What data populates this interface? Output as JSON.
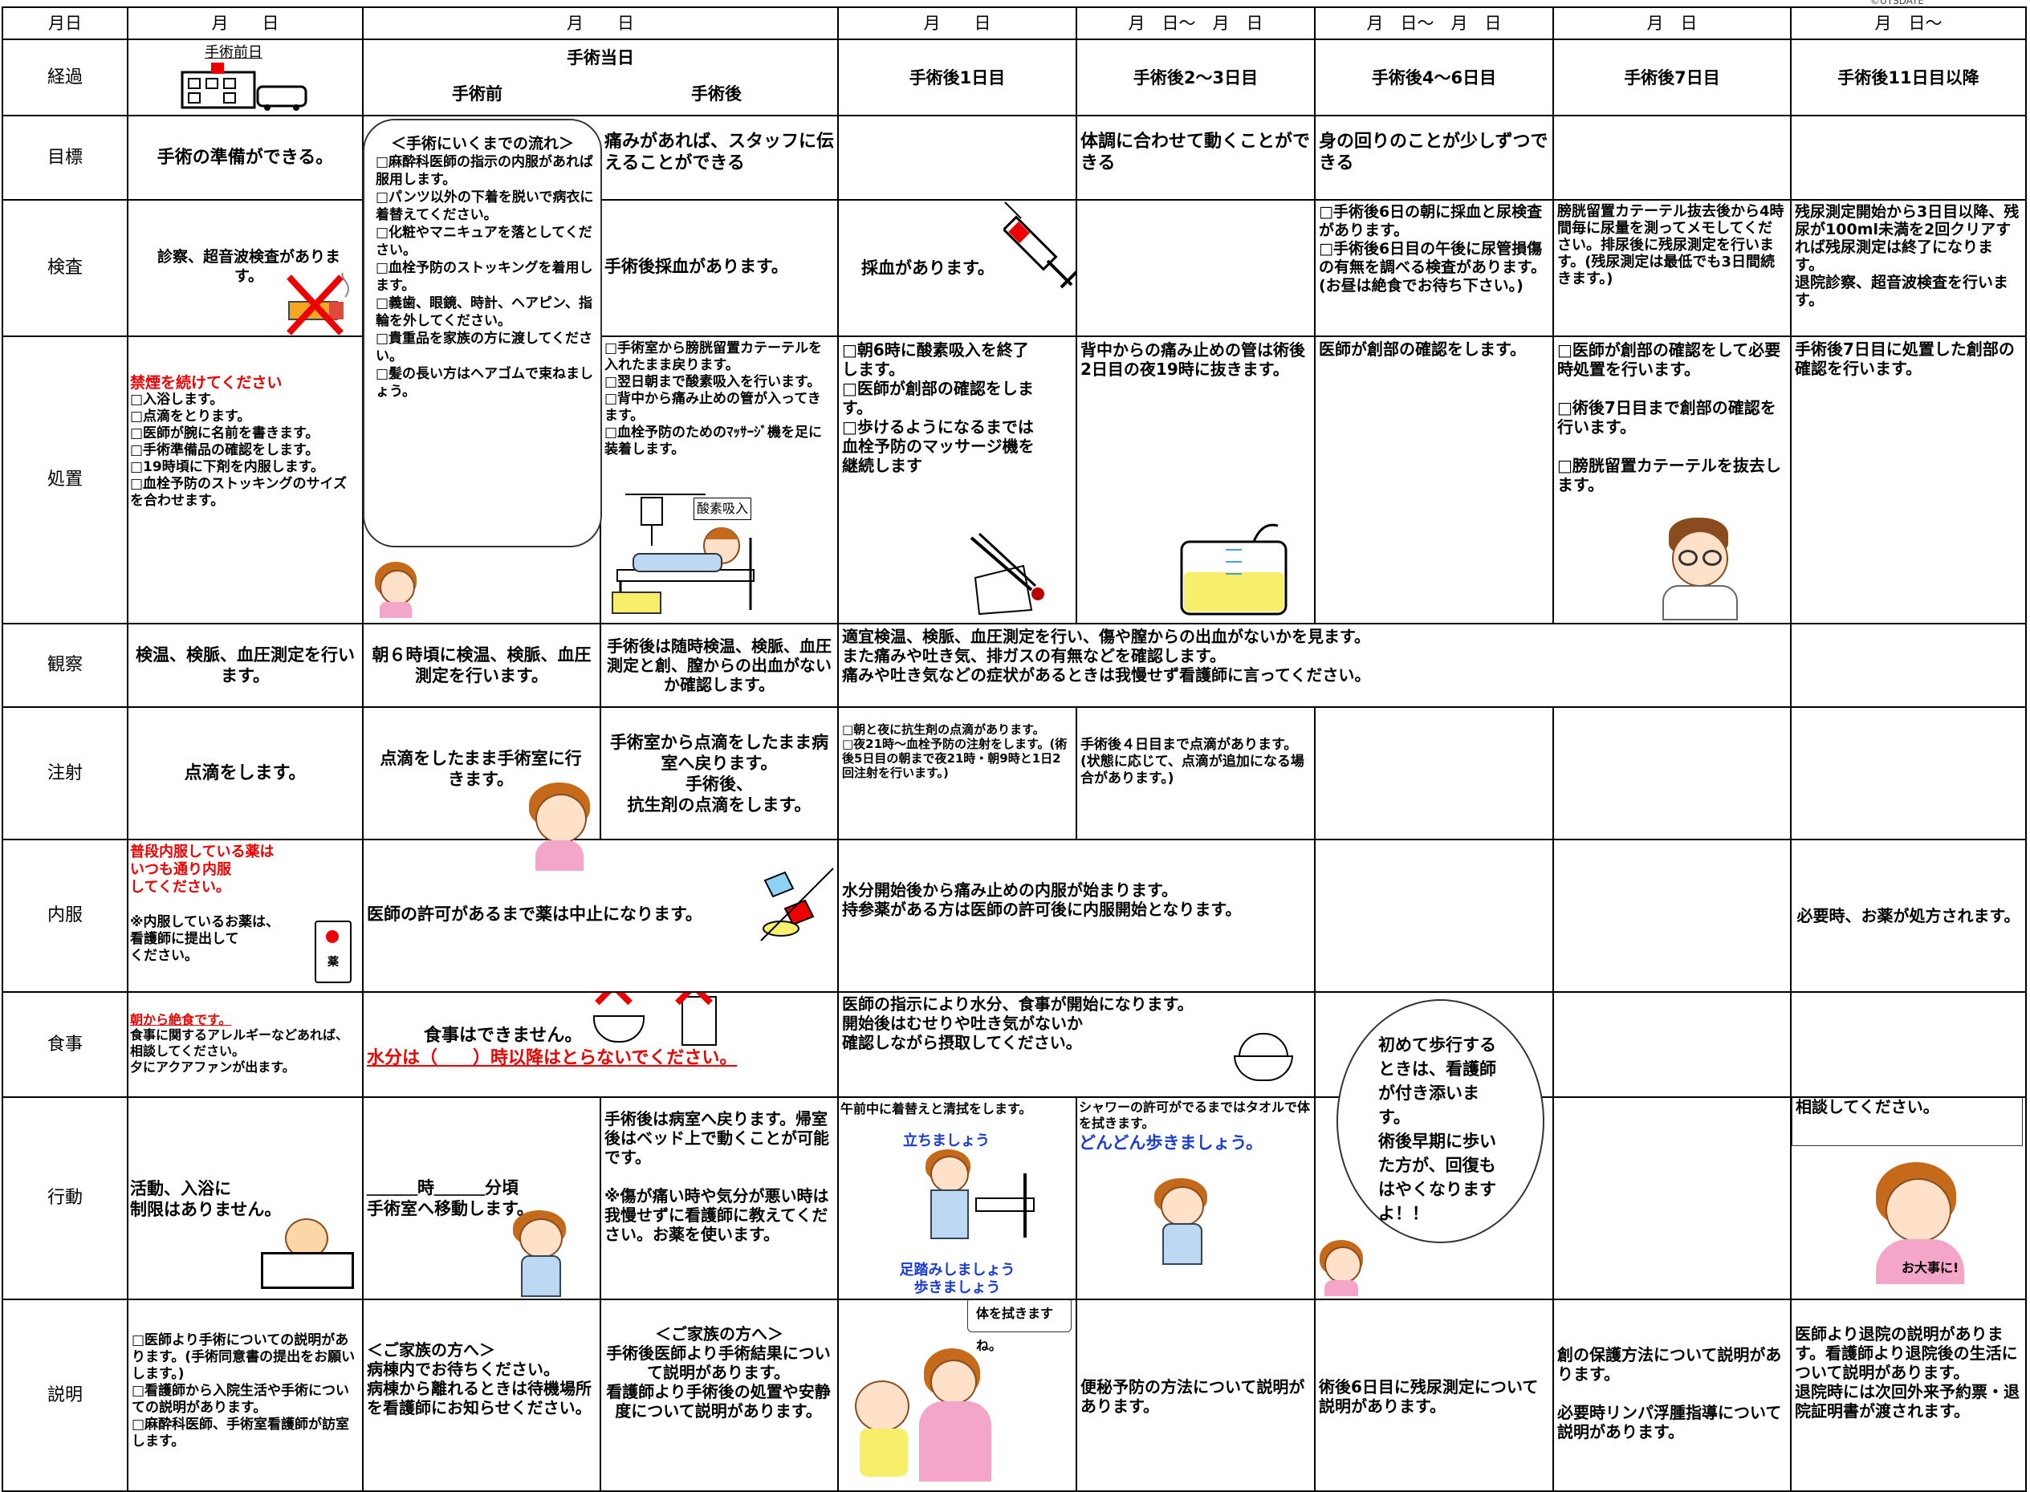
{
  "corner_note": "©UTSDATE",
  "headers": {
    "label_col": "月日",
    "c1": "月　　日",
    "c2": "月　　日",
    "c3": "月　　日",
    "c4": "月　日〜　月　日",
    "c5": "月　日〜　月　日",
    "c6": "月　日",
    "c7": "月　日〜"
  },
  "stages": {
    "label": "経過",
    "pre_op": "手術前日",
    "op_day": "手術当日",
    "op_before": "手術前",
    "op_after": "手術後",
    "day1": "手術後1日目",
    "day2_3": "手術後2〜3日目",
    "day4_6": "手術後4〜6日目",
    "day7": "手術後7日目",
    "day11": "手術後11日目以降"
  },
  "goals": {
    "label": "目標",
    "pre": "手術の準備ができる。",
    "after": "痛みがあれば、スタッフに伝えることができる",
    "day2_3": "体調に合わせて動くことができる",
    "day4_6": "身の回りのことが少しずつできる"
  },
  "flow_box": {
    "title": "＜手術にいくまでの流れ＞",
    "body": "□麻酔科医師の指示の内服があれば服用します。\n□パンツ以外の下着を脱いで病衣に着替えてください。\n□化粧やマニキュアを落としてください。\n□血栓予防のストッキングを着用します。\n□義歯、眼鏡、時計、ヘアピン、指輪を外してください。\n□貴重品を家族の方に渡してください。\n□髪の長い方はヘアゴムで束ねましょう。"
  },
  "exams": {
    "label": "検査",
    "pre": "診察、超音波検査があります。",
    "after": "手術後採血があります。",
    "day1": "採血があります。",
    "day4_6": "□手術後6日の朝に採血と尿検査があります。\n□手術後6日目の午後に尿管損傷の有無を調べる検査があります。(お昼は絶食でお待ち下さい。)",
    "day7": "膀胱留置カテーテル抜去後から4時間毎に尿量を測ってメモしてください。排尿後に残尿測定を行います。(残尿測定は最低でも3日間続きます。)",
    "day11": "残尿測定開始から3日目以降、残尿が100ml未満を2回クリアすれば残尿測定は終了になります。\n退院診察、超音波検査を行います。"
  },
  "treatment": {
    "label": "処置",
    "pre_red": "禁煙を続けてください",
    "pre": "□入浴します。\n□点滴をとります。\n□医師が腕に名前を書きます。\n□手術準備品の確認をします。\n□19時頃に下剤を内服します。\n□血栓予防のストッキングのサイズを合わせます。",
    "after": "□手術室から膀胱留置カテーテルを入れたまま戻ります。\n□翌日朝まで酸素吸入を行います。\n□背中から痛み止めの管が入ってきます。\n□血栓予防のためのﾏｯｻｰｼﾞ機を足に装着します。",
    "oxygen_label": "酸素吸入",
    "day1": "□朝6時に酸素吸入を終了します。\n□医師が創部の確認をします。\n□歩けるようになるまでは血栓予防のマッサージ機を継続します",
    "day2_3": "背中からの痛み止めの管は術後2日目の夜19時に抜きます。",
    "day4_6": "医師が創部の確認をします。",
    "day7": "□医師が創部の確認をして必要時処置を行います。\n\n□術後7日目まで創部の確認を行います。\n\n□膀胱留置カテーテルを抜去します。",
    "day11": "手術後7日目に処置した創部の確認を行います。"
  },
  "observation": {
    "label": "観察",
    "pre": "検温、検脈、血圧測定を行います。",
    "before": "朝６時頃に検温、検脈、血圧測定を行います。",
    "after": "手術後は随時検温、検脈、血圧測定と創、膣からの出血がないか確認します。",
    "later": "適宜検温、検脈、血圧測定を行い、傷や膣からの出血がないかを見ます。\nまた痛みや吐き気、排ガスの有無などを確認します。\n痛みや吐き気などの症状があるときは我慢せず看護師に言ってください。"
  },
  "injection": {
    "label": "注射",
    "pre": "点滴をします。",
    "before": "点滴をしたまま手術室に行きます。",
    "after": "手術室から点滴をしたまま病室へ戻ります。\n手術後、\n抗生剤の点滴をします。",
    "day1": "□朝と夜に抗生剤の点滴があります。\n□夜21時〜血栓予防の注射をします。(術後5日目の朝まで夜21時・朝9時と1日2回注射を行います。)",
    "day2_3": "手術後４日目まで点滴があります。(状態に応じて、点滴が追加になる場合があります。)"
  },
  "medication": {
    "label": "内服",
    "pre_red": "普段内服している薬は\nいつも通り内服\nしてください。",
    "pre": "※内服しているお薬は、\n看護師に提出して\nください。",
    "pill_label": "薬",
    "op_day": "医師の許可があるまで薬は中止になります。",
    "day1": "水分開始後から痛み止めの内服が始まります。\n持参薬がある方は医師の許可後に内服開始となります。",
    "day11": "必要時、お薬が処方されます。"
  },
  "meals": {
    "label": "食事",
    "pre_red": "朝から絶食です。",
    "pre": "食事に関するアレルギーなどあれば、相談してください。\n夕にアクアファンが出ます。",
    "op_day": "食事はできません。",
    "op_day_red": "水分は（　　）時以降はとらないでください。",
    "day1": "医師の指示により水分、食事が開始になります。\n開始後はむせりや吐き気がないか\n確認しながら摂取してください。"
  },
  "speech_bubble": "初めて歩行するときは、看護師が付き添います。\n術後早期に歩いた方が、回復もはやくなりますよ！！",
  "activity": {
    "label": "行動",
    "pre": "活動、入浴に\n制限はありません。",
    "before_time": "＿＿＿時＿＿＿分頃",
    "before": "手術室へ移動します。",
    "after": "手術後は病室へ戻ります。帰室後はベッド上で動くことが可能です。\n\n※傷が痛い時や気分が悪い時は我慢せずに看護師に教えてください。お薬を使います。",
    "day1_top": "午前中に着替えと清拭をします。",
    "day1_stand": "立ちましょう",
    "day1_foot": "足踏みしましょう\n歩きましょう",
    "day2_3_top": "シャワーの許可がでるまではタオルで体を拭きます。",
    "day2_3_walk": "どんどん歩きましょう。",
    "day11": "職場復帰、旅行などは医師に相談してください。",
    "take_care": "お大事に!"
  },
  "explanation": {
    "label": "説明",
    "pre": "□医師より手術についての説明があります。(手術同意書の提出をお願いします。)\n□看護師から入院生活や手術についての説明があります。\n□麻酔科医師、手術室看護師が訪室します。",
    "before_title": "＜ご家族の方へ＞",
    "before": "病棟内でお待ちください。\n病棟から離れるときは待機場所を看護師にお知らせください。",
    "after_title": "＜ご家族の方へ＞",
    "after": "手術後医師より手術結果について説明があります。\n看護師より手術後の処置や安静度について説明があります。",
    "day1_bubble": "体を拭きますね。",
    "day2_3": "便秘予防の方法について説明があります。",
    "day4_6": "術後6日目に残尿測定について説明があります。",
    "day7": "創の保護方法について説明があります。\n\n必要時リンパ浮腫指導について説明があります。",
    "day11": "医師より退院の説明があります。看護師より退院後の生活について説明があります。\n退院時には次回外来予約票・退院証明書が渡されます。"
  }
}
